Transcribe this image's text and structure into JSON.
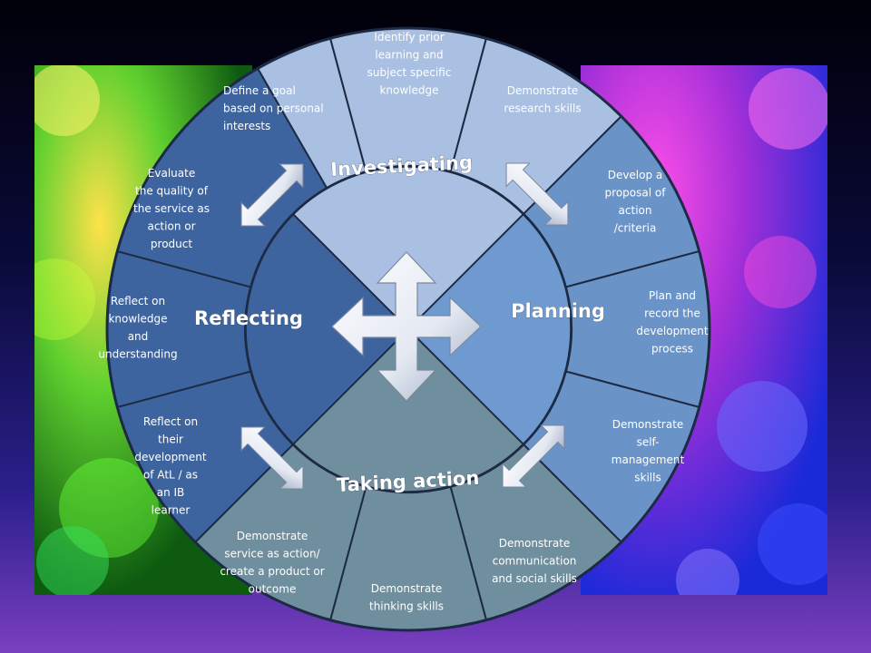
{
  "colors": {
    "wheel_dark": "#3e649f",
    "wheel_mid": "#6a93c8",
    "wheel_light": "#a9c0e2",
    "wheel_teal": "#6f8f9e",
    "rim": "#1d2a44"
  },
  "quadrants": {
    "investigating": "Investigating",
    "planning": "Planning",
    "taking_action": "Taking action",
    "reflecting": "Reflecting"
  },
  "segments": {
    "define_goal": [
      "Define a goal",
      "based on personal",
      "interests"
    ],
    "identify_prior": [
      "Identify prior",
      "learning and",
      "subject specific",
      "knowledge"
    ],
    "research_skills": [
      "Demonstrate",
      "research skills"
    ],
    "develop_proposal": [
      "Develop a",
      "proposal of",
      "action",
      "/criteria"
    ],
    "plan_record": [
      "Plan and",
      "record the",
      "development",
      "process"
    ],
    "self_management": [
      "Demonstrate",
      "self-",
      "management",
      "skills"
    ],
    "communication": [
      "Demonstrate",
      "communication",
      "and social skills"
    ],
    "thinking": [
      "Demonstrate",
      "thinking skills"
    ],
    "service": [
      "Demonstrate",
      "service as action/",
      "create a product or",
      "outcome"
    ],
    "reflect_atl": [
      "Reflect on",
      "their",
      "development",
      "of AtL / as",
      "an      IB",
      "learner"
    ],
    "reflect_knowledge": [
      "Reflect on",
      "knowledge",
      "and",
      "understanding"
    ],
    "evaluate_quality": [
      "Evaluate",
      "the quality of",
      "the service as",
      "action or",
      "product"
    ]
  },
  "icons": {
    "center": "four-way-arrow-icon",
    "nw": "diagonal-double-arrow-icon",
    "ne": "diagonal-double-arrow-icon",
    "sw": "diagonal-double-arrow-icon",
    "se": "diagonal-double-arrow-icon"
  }
}
